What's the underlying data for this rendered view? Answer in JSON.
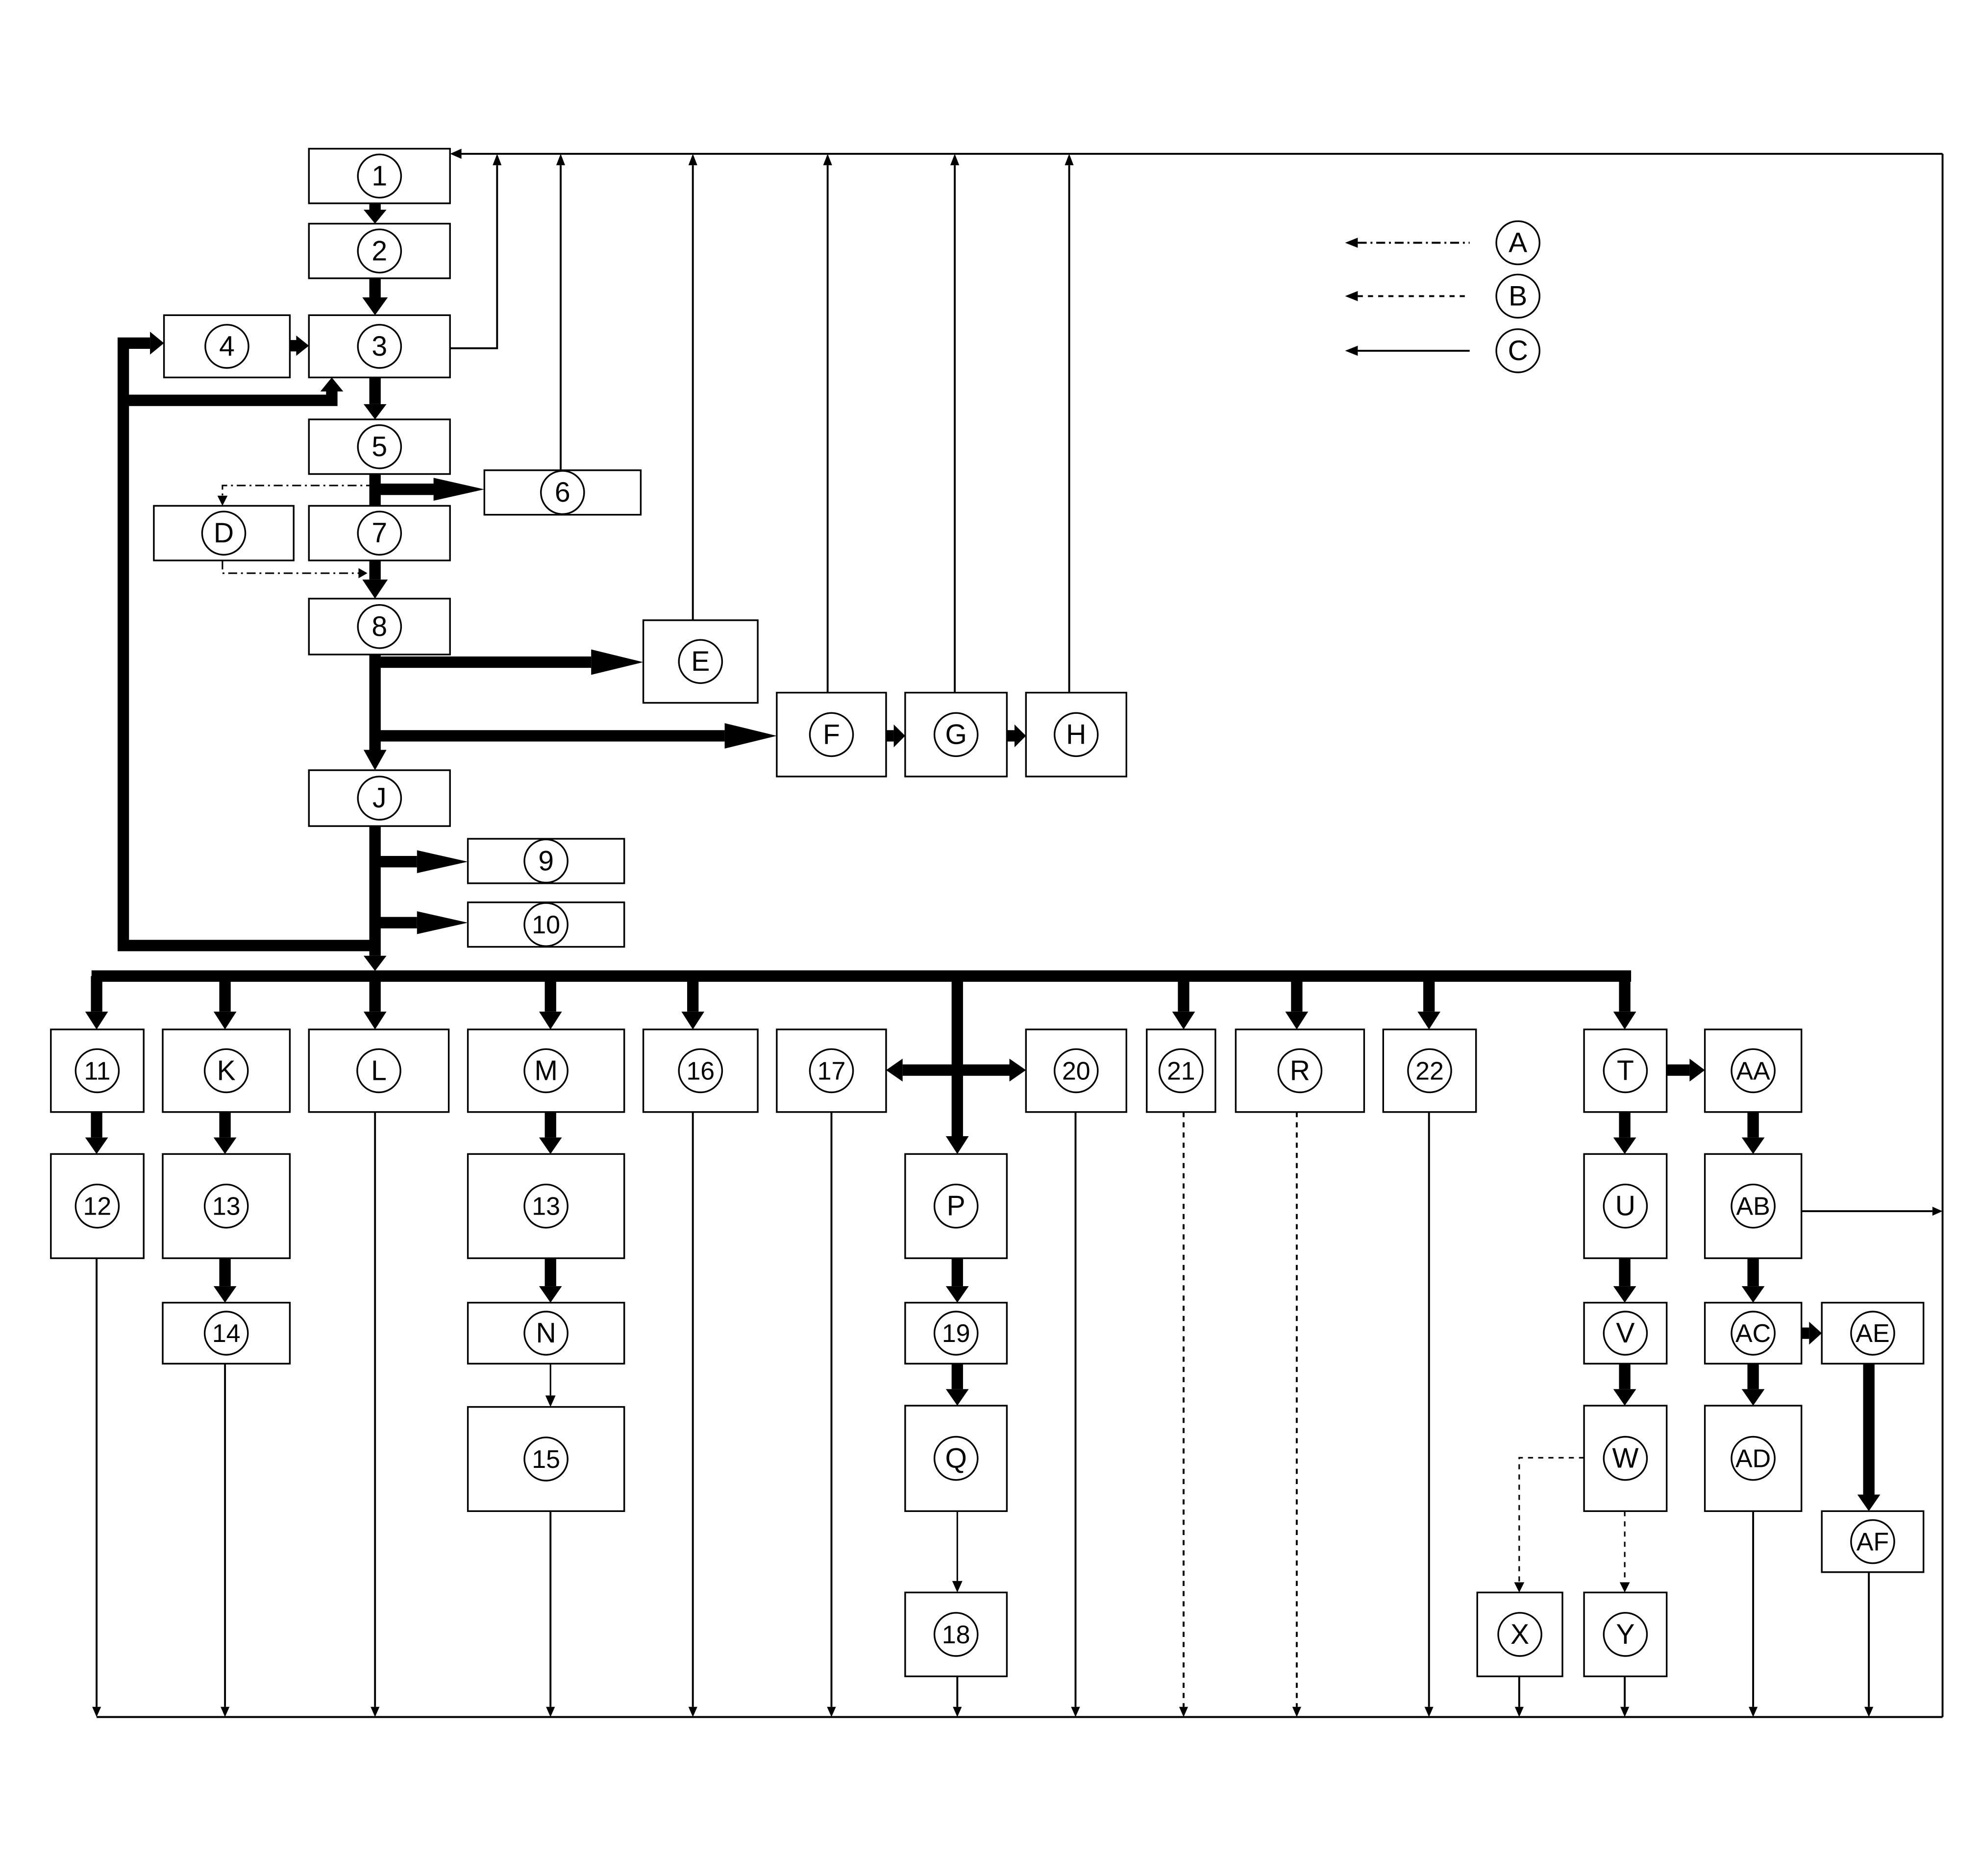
{
  "nodes": [
    {
      "id": "n1",
      "label": "1"
    },
    {
      "id": "n2",
      "label": "2"
    },
    {
      "id": "n3",
      "label": "3"
    },
    {
      "id": "n4",
      "label": "4"
    },
    {
      "id": "n5",
      "label": "5"
    },
    {
      "id": "n6",
      "label": "6"
    },
    {
      "id": "nD",
      "label": "D"
    },
    {
      "id": "n7",
      "label": "7"
    },
    {
      "id": "n8",
      "label": "8"
    },
    {
      "id": "nE",
      "label": "E"
    },
    {
      "id": "nF",
      "label": "F"
    },
    {
      "id": "nG",
      "label": "G"
    },
    {
      "id": "nH",
      "label": "H"
    },
    {
      "id": "nJ",
      "label": "J"
    },
    {
      "id": "n9",
      "label": "9"
    },
    {
      "id": "n10",
      "label": "10"
    },
    {
      "id": "n11",
      "label": "11"
    },
    {
      "id": "nK",
      "label": "K"
    },
    {
      "id": "nL",
      "label": "L"
    },
    {
      "id": "nM",
      "label": "M"
    },
    {
      "id": "n16",
      "label": "16"
    },
    {
      "id": "n17",
      "label": "17"
    },
    {
      "id": "n20",
      "label": "20"
    },
    {
      "id": "n21",
      "label": "21"
    },
    {
      "id": "nR",
      "label": "R"
    },
    {
      "id": "n22",
      "label": "22"
    },
    {
      "id": "nT",
      "label": "T"
    },
    {
      "id": "nAA",
      "label": "AA"
    },
    {
      "id": "n12",
      "label": "12"
    },
    {
      "id": "n13a",
      "label": "13"
    },
    {
      "id": "n13b",
      "label": "13"
    },
    {
      "id": "nP",
      "label": "P"
    },
    {
      "id": "nU",
      "label": "U"
    },
    {
      "id": "nAB",
      "label": "AB"
    },
    {
      "id": "n14",
      "label": "14"
    },
    {
      "id": "nN",
      "label": "N"
    },
    {
      "id": "n19",
      "label": "19"
    },
    {
      "id": "nV",
      "label": "V"
    },
    {
      "id": "nAC",
      "label": "AC"
    },
    {
      "id": "nAE",
      "label": "AE"
    },
    {
      "id": "n15",
      "label": "15"
    },
    {
      "id": "nQ",
      "label": "Q"
    },
    {
      "id": "nW",
      "label": "W"
    },
    {
      "id": "nAD",
      "label": "AD"
    },
    {
      "id": "nAF",
      "label": "AF"
    },
    {
      "id": "n18",
      "label": "18"
    },
    {
      "id": "nX",
      "label": "X"
    },
    {
      "id": "nY",
      "label": "Y"
    }
  ],
  "legend": [
    {
      "id": "legA",
      "label": "A",
      "line_style": "dash-dot"
    },
    {
      "id": "legB",
      "label": "B",
      "line_style": "dashed"
    },
    {
      "id": "legC",
      "label": "C",
      "line_style": "solid"
    }
  ],
  "edges": [
    {
      "from": "n1",
      "to": "n2",
      "weight": "thick",
      "style": "solid"
    },
    {
      "from": "n2",
      "to": "n3",
      "weight": "thick",
      "style": "solid"
    },
    {
      "from": "n4",
      "to": "n3",
      "weight": "thick",
      "style": "solid"
    },
    {
      "from": "n3",
      "to": "n5",
      "weight": "thick",
      "style": "solid"
    },
    {
      "from": "n5",
      "to": "n6",
      "weight": "thick",
      "style": "solid"
    },
    {
      "from": "n5",
      "to": "n7",
      "weight": "thick",
      "style": "solid"
    },
    {
      "from": "n5",
      "to": "nD",
      "weight": "thin",
      "style": "dash-dot"
    },
    {
      "from": "nD",
      "to": "n8",
      "weight": "thin",
      "style": "dash-dot"
    },
    {
      "from": "n7",
      "to": "n8",
      "weight": "thick",
      "style": "solid"
    },
    {
      "from": "n8",
      "to": "nE",
      "weight": "thick",
      "style": "solid"
    },
    {
      "from": "n8",
      "to": "nF",
      "weight": "thick",
      "style": "solid"
    },
    {
      "from": "nF",
      "to": "nG",
      "weight": "thick",
      "style": "solid"
    },
    {
      "from": "nG",
      "to": "nH",
      "weight": "thick",
      "style": "solid"
    },
    {
      "from": "n8",
      "to": "nJ",
      "weight": "thick",
      "style": "solid"
    },
    {
      "from": "nJ",
      "to": "n9",
      "weight": "thick",
      "style": "solid"
    },
    {
      "from": "nJ",
      "to": "n10",
      "weight": "thick",
      "style": "solid"
    },
    {
      "from": "nJ",
      "to": "n4",
      "weight": "thick",
      "style": "solid"
    },
    {
      "from": "nJ",
      "to": "n3",
      "weight": "thick",
      "style": "solid"
    },
    {
      "from": "nJ",
      "to": "n11",
      "weight": "thick",
      "style": "solid"
    },
    {
      "from": "nJ",
      "to": "nK",
      "weight": "thick",
      "style": "solid"
    },
    {
      "from": "nJ",
      "to": "nL",
      "weight": "thick",
      "style": "solid"
    },
    {
      "from": "nJ",
      "to": "nM",
      "weight": "thick",
      "style": "solid"
    },
    {
      "from": "nJ",
      "to": "n16",
      "weight": "thick",
      "style": "solid"
    },
    {
      "from": "nJ",
      "to": "n17",
      "weight": "thick",
      "style": "solid"
    },
    {
      "from": "nJ",
      "to": "n20",
      "weight": "thick",
      "style": "solid"
    },
    {
      "from": "nJ",
      "to": "nP",
      "weight": "thick",
      "style": "solid"
    },
    {
      "from": "nJ",
      "to": "n21",
      "weight": "thick",
      "style": "solid"
    },
    {
      "from": "nJ",
      "to": "nR",
      "weight": "thick",
      "style": "solid"
    },
    {
      "from": "nJ",
      "to": "n22",
      "weight": "thick",
      "style": "solid"
    },
    {
      "from": "nJ",
      "to": "nT",
      "weight": "thick",
      "style": "solid"
    },
    {
      "from": "n11",
      "to": "n12",
      "weight": "thick",
      "style": "solid"
    },
    {
      "from": "nK",
      "to": "n13a",
      "weight": "thick",
      "style": "solid"
    },
    {
      "from": "n13a",
      "to": "n14",
      "weight": "thick",
      "style": "solid"
    },
    {
      "from": "nM",
      "to": "n13b",
      "weight": "thick",
      "style": "solid"
    },
    {
      "from": "n13b",
      "to": "nN",
      "weight": "thick",
      "style": "solid"
    },
    {
      "from": "nN",
      "to": "n15",
      "weight": "thin",
      "style": "solid"
    },
    {
      "from": "nP",
      "to": "n19",
      "weight": "thick",
      "style": "solid"
    },
    {
      "from": "n19",
      "to": "nQ",
      "weight": "thick",
      "style": "solid"
    },
    {
      "from": "nQ",
      "to": "n18",
      "weight": "thin",
      "style": "solid"
    },
    {
      "from": "nT",
      "to": "nAA",
      "weight": "thick",
      "style": "solid"
    },
    {
      "from": "nT",
      "to": "nU",
      "weight": "thick",
      "style": "solid"
    },
    {
      "from": "nU",
      "to": "nV",
      "weight": "thick",
      "style": "solid"
    },
    {
      "from": "nV",
      "to": "nW",
      "weight": "thick",
      "style": "solid"
    },
    {
      "from": "nW",
      "to": "nX",
      "weight": "thin",
      "style": "dashed"
    },
    {
      "from": "nW",
      "to": "nY",
      "weight": "thin",
      "style": "dashed"
    },
    {
      "from": "nAA",
      "to": "nAB",
      "weight": "thick",
      "style": "solid"
    },
    {
      "from": "nAB",
      "to": "nAC",
      "weight": "thick",
      "style": "solid"
    },
    {
      "from": "nAC",
      "to": "nAE",
      "weight": "thick",
      "style": "solid"
    },
    {
      "from": "nAC",
      "to": "nAD",
      "weight": "thick",
      "style": "solid"
    },
    {
      "from": "nAE",
      "to": "nAF",
      "weight": "thick",
      "style": "solid"
    },
    {
      "from": "n3",
      "to": "n1",
      "weight": "thin",
      "style": "solid"
    },
    {
      "from": "n6",
      "to": "n1",
      "weight": "thin",
      "style": "solid"
    },
    {
      "from": "nE",
      "to": "n1",
      "weight": "thin",
      "style": "solid"
    },
    {
      "from": "nF",
      "to": "n1",
      "weight": "thin",
      "style": "solid"
    },
    {
      "from": "nG",
      "to": "n1",
      "weight": "thin",
      "style": "solid"
    },
    {
      "from": "nH",
      "to": "n1",
      "weight": "thin",
      "style": "solid"
    },
    {
      "from": "nAB",
      "to": "n1",
      "weight": "thin",
      "style": "solid"
    },
    {
      "from": "n12",
      "to": "n1",
      "weight": "thin",
      "style": "solid"
    },
    {
      "from": "n14",
      "to": "n1",
      "weight": "thin",
      "style": "solid"
    },
    {
      "from": "nL",
      "to": "n1",
      "weight": "thin",
      "style": "solid"
    },
    {
      "from": "n15",
      "to": "n1",
      "weight": "thin",
      "style": "solid"
    },
    {
      "from": "n16",
      "to": "n1",
      "weight": "thin",
      "style": "solid"
    },
    {
      "from": "n17",
      "to": "n1",
      "weight": "thin",
      "style": "solid"
    },
    {
      "from": "n18",
      "to": "n1",
      "weight": "thin",
      "style": "solid"
    },
    {
      "from": "n20",
      "to": "n1",
      "weight": "thin",
      "style": "solid"
    },
    {
      "from": "n21",
      "to": "n1",
      "weight": "thin",
      "style": "dashed"
    },
    {
      "from": "nR",
      "to": "n1",
      "weight": "thin",
      "style": "dashed"
    },
    {
      "from": "n22",
      "to": "n1",
      "weight": "thin",
      "style": "solid"
    },
    {
      "from": "nX",
      "to": "n1",
      "weight": "thin",
      "style": "solid"
    },
    {
      "from": "nY",
      "to": "n1",
      "weight": "thin",
      "style": "solid"
    },
    {
      "from": "nAD",
      "to": "n1",
      "weight": "thin",
      "style": "solid"
    },
    {
      "from": "nAF",
      "to": "n1",
      "weight": "thin",
      "style": "solid"
    }
  ]
}
